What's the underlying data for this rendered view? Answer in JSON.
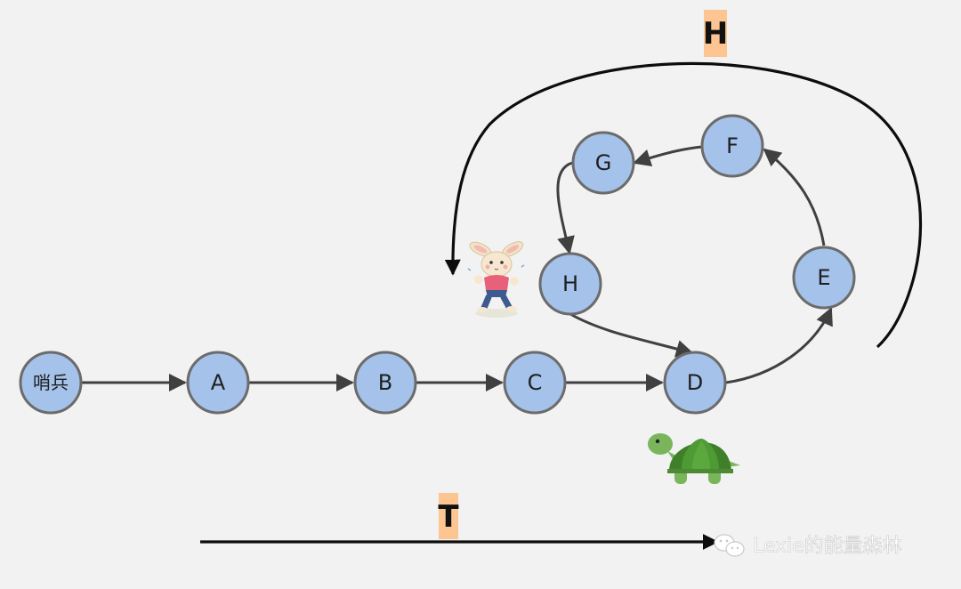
{
  "diagram": {
    "nodes": [
      {
        "id": "sentinel",
        "label": "哨兵"
      },
      {
        "id": "A",
        "label": "A"
      },
      {
        "id": "B",
        "label": "B"
      },
      {
        "id": "C",
        "label": "C"
      },
      {
        "id": "D",
        "label": "D"
      },
      {
        "id": "E",
        "label": "E"
      },
      {
        "id": "F",
        "label": "F"
      },
      {
        "id": "G",
        "label": "G"
      },
      {
        "id": "H",
        "label": "H"
      }
    ],
    "edges": [
      [
        "sentinel",
        "A"
      ],
      [
        "A",
        "B"
      ],
      [
        "B",
        "C"
      ],
      [
        "C",
        "D"
      ],
      [
        "D",
        "E"
      ],
      [
        "E",
        "F"
      ],
      [
        "F",
        "G"
      ],
      [
        "G",
        "H"
      ],
      [
        "H",
        "D"
      ]
    ],
    "loop_tag": "H",
    "straight_tag": "T"
  },
  "characters": {
    "hare": "rabbit-icon",
    "tortoise": "turtle-icon"
  },
  "watermark": {
    "icon": "wechat-icon",
    "text": "Lexie的能量森林"
  },
  "colors": {
    "background": "#f2f2f2",
    "node_fill": "#a4c2ea",
    "node_stroke": "#6b6b6b",
    "tag_fill": "#fdc592",
    "turtle_shell": "#3f7f2a",
    "turtle_body": "#7ab55c",
    "rabbit_shirt": "#e9607a"
  }
}
